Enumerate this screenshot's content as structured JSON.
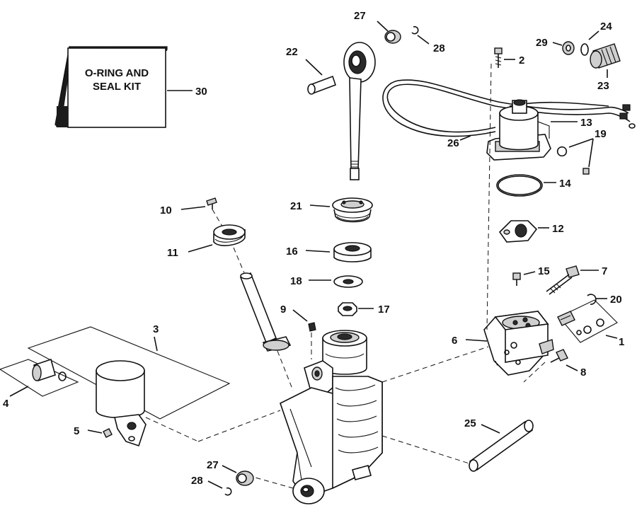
{
  "kit_label": {
    "line1": "O-RING AND",
    "line2": "SEAL KIT"
  },
  "callouts": {
    "c1": "1",
    "c2": "2",
    "c3": "3",
    "c4": "4",
    "c5": "5",
    "c6": "6",
    "c7": "7",
    "c8": "8",
    "c9": "9",
    "c10": "10",
    "c11": "11",
    "c12": "12",
    "c13": "13",
    "c14": "14",
    "c15": "15",
    "c16": "16",
    "c17": "17",
    "c18": "18",
    "c19": "19",
    "c20": "20",
    "c21": "21",
    "c22": "22",
    "c23": "23",
    "c24": "24",
    "c25": "25",
    "c26": "26",
    "c27a": "27",
    "c27b": "27",
    "c28a": "28",
    "c28b": "28",
    "c29": "29",
    "c30": "30"
  }
}
